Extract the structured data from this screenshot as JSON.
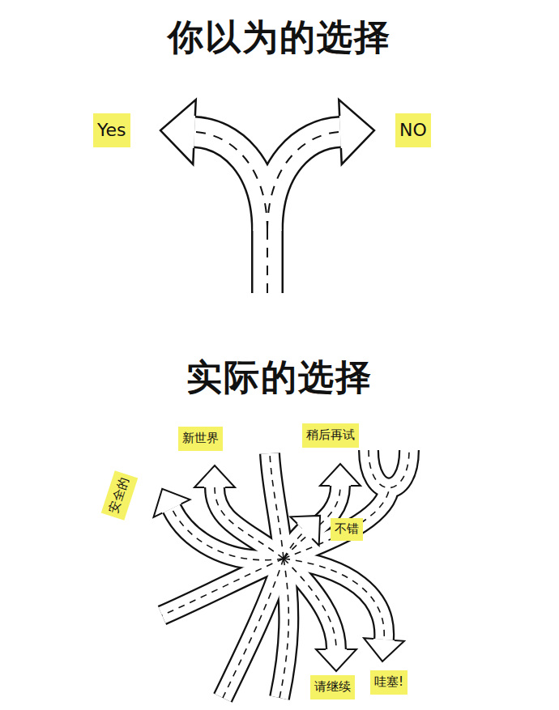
{
  "diagram": {
    "title": "你以为的选择",
    "nodes": [
      {
        "text": [
          "Yes"
        ]
      },
      {
        "text": [
          "NO"
        ]
      },
      {
        "text": [
          "新世界"
        ]
      },
      {
        "text": [
          "稍后再试"
        ]
      },
      {
        "text": [
          "安全的"
        ]
      },
      {
        "text": [
          "不错"
        ]
      },
      {
        "text": [
          "请继续"
        ]
      },
      {
        "text": [
          "哇塞!"
        ]
      }
    ],
    "labels": [
      "实际的选择"
    ]
  }
}
